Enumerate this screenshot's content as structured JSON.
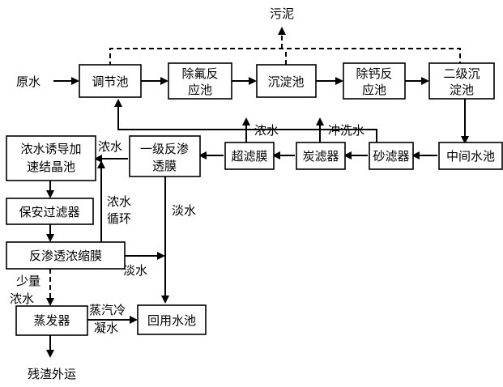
{
  "nodes": {
    "raw_water": "原水",
    "sludge": "污泥",
    "regulating_tank": "调节池",
    "defluorination_1": "除氟反",
    "defluorination_2": "应池",
    "sedimentation_tank": "沉淀池",
    "decalcification_1": "除钙反",
    "decalcification_2": "应池",
    "secondary_settling_1": "二级沉",
    "secondary_settling_2": "淀池",
    "intermediate_tank": "中间水池",
    "sand_filter": "砂滤器",
    "carbon_filter": "炭滤器",
    "ultrafiltration": "超滤膜",
    "ro1_1": "一级反渗",
    "ro1_2": "透膜",
    "crystallizer_1": "浓水诱导加",
    "crystallizer_2": "速结晶池",
    "security_filter": "保安过滤器",
    "ro_concentrate": "反渗透浓缩膜",
    "evaporator": "蒸发器",
    "reuse_tank": "回用水池",
    "residue": "残渣外运"
  },
  "labels": {
    "concentrate_uf": "浓水",
    "backwash": "冲洗水",
    "concentrate_ro1": "浓水",
    "concentrate_recycle_1": "浓水",
    "concentrate_recycle_2": "循环",
    "permeate_ro1": "淡水",
    "permeate_roc": "淡水",
    "small_amount": "少量",
    "small_concentrate": "浓水",
    "steam_condensate_1": "蒸汽冷",
    "steam_condensate_2": "凝水"
  }
}
